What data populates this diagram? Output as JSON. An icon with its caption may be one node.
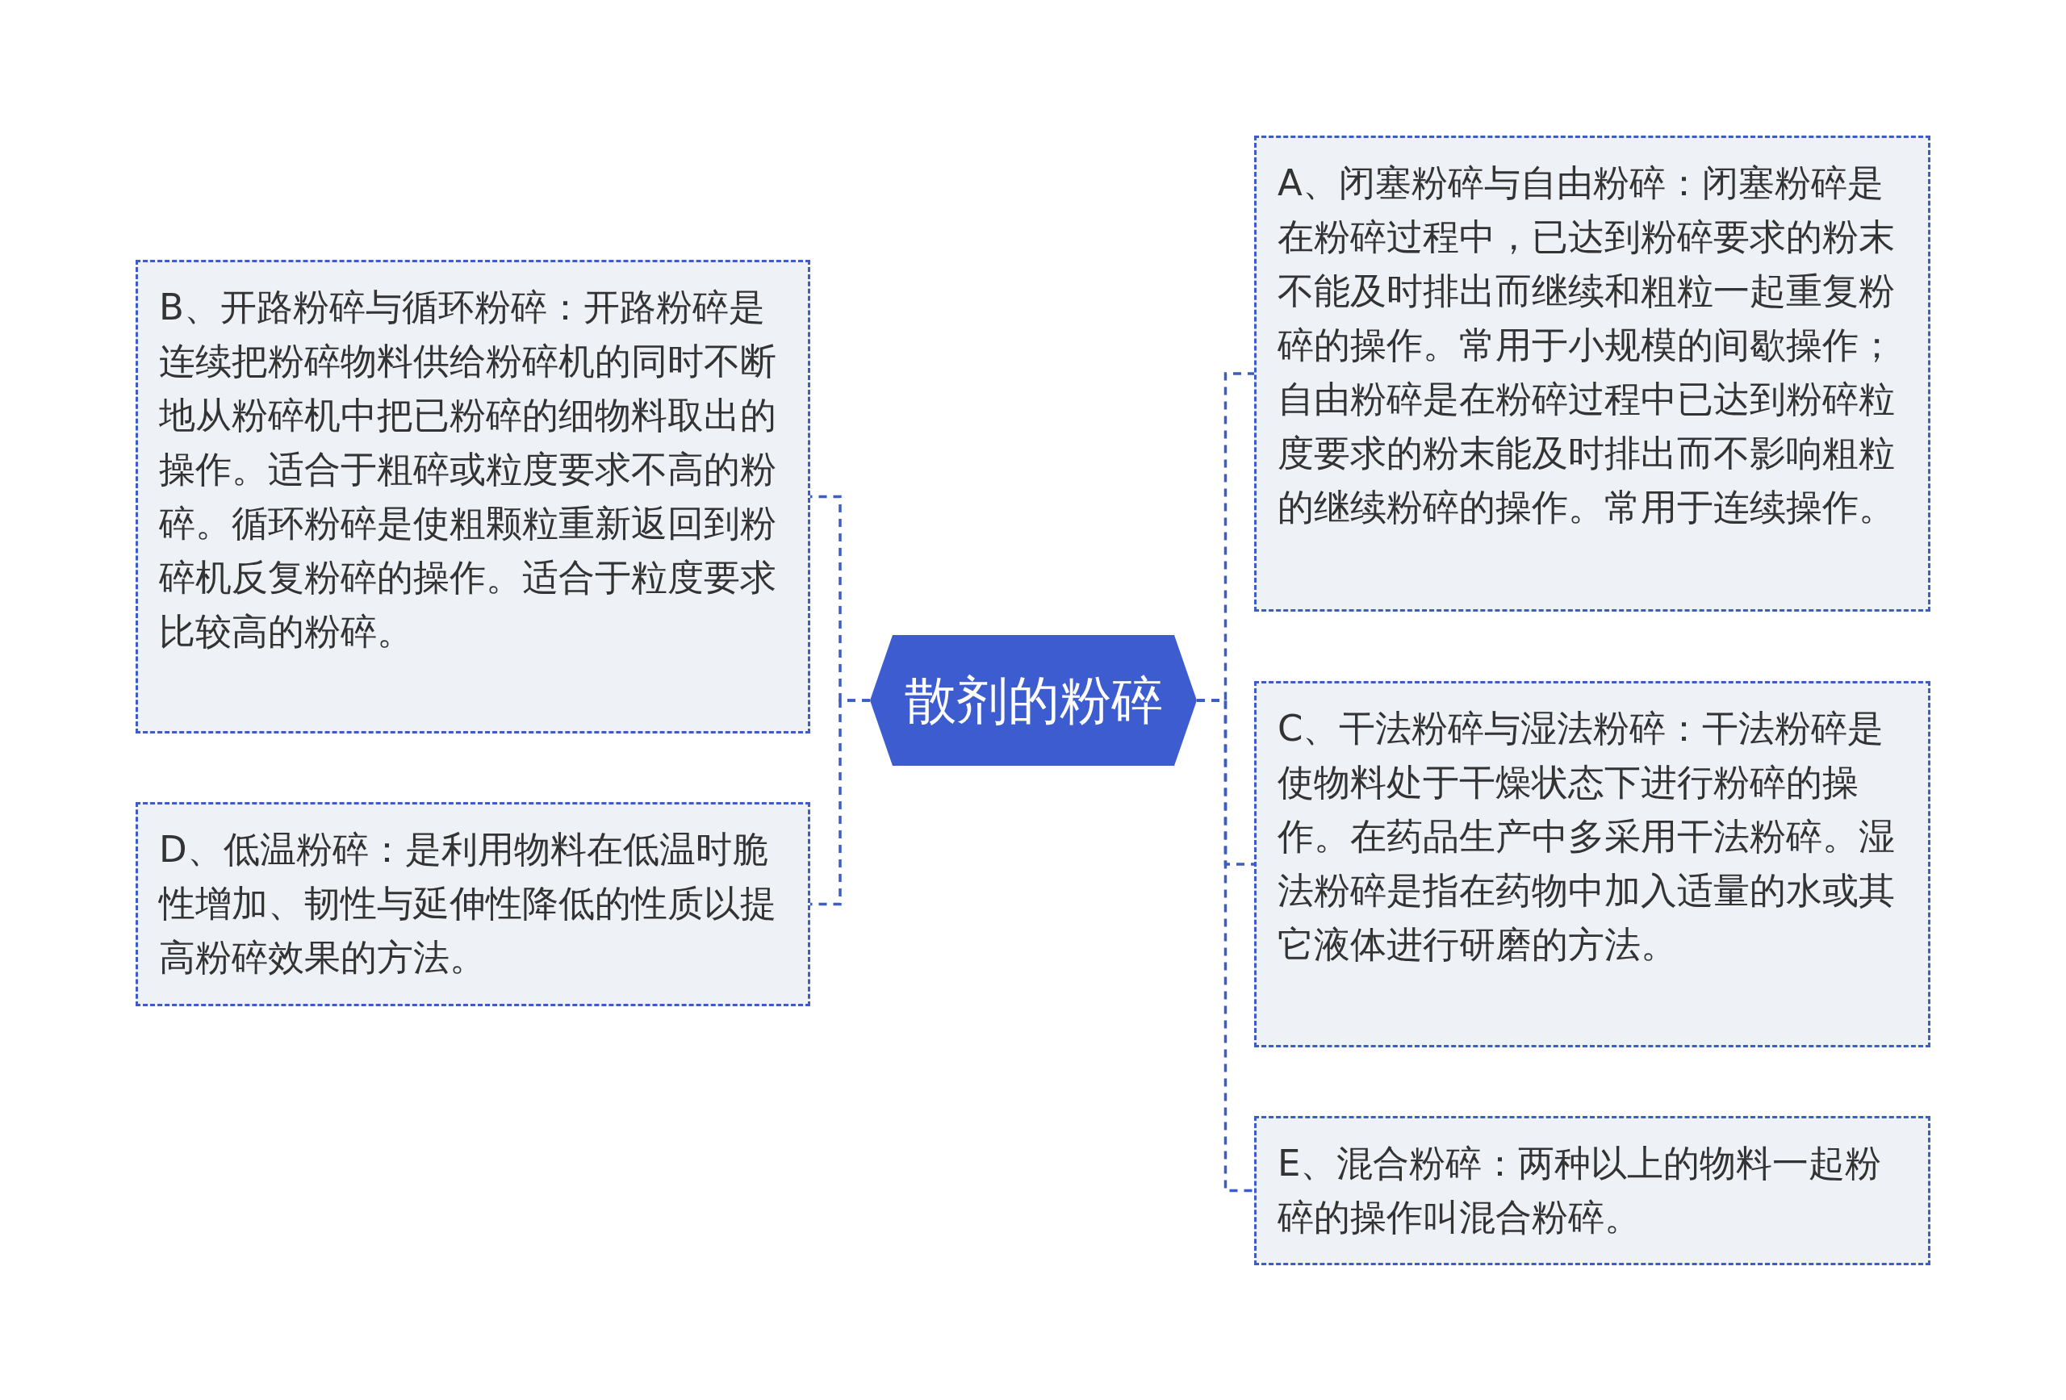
{
  "diagram": {
    "nodes": [
      {
        "text": [
          "散剂的粉碎"
        ]
      },
      {
        "text": [
          "B、开路粉碎与循环粉碎：开路粉碎是连续把粉碎物料供给粉碎机的同时不断地从粉碎机中把已粉碎的细物料取出的操作。适合于粗碎或粒度要求不高的粉碎。循环粉碎是使粗颗粒重新返回到粉碎机反复粉碎的操作。适合于粒度要求比较高的粉碎。"
        ]
      },
      {
        "text": [
          "D、低温粉碎：是利用物料在低温时脆性增加、韧性与延伸性降低的性质以提高粉碎效果的方法。"
        ]
      },
      {
        "text": [
          "A、闭塞粉碎与自由粉碎：闭塞粉碎是在粉碎过程中，已达到粉碎要求的粉末不能及时排出而继续和粗粒一起重复粉碎的操作。常用于小规模的间歇操作；自由粉碎是在粉碎过程中已达到粉碎粒度要求的粉末能及时排出而不影响粗粒的继续粉碎的操作。常用于连续操作。"
        ]
      },
      {
        "text": [
          "C、干法粉碎与湿法粉碎：干法粉碎是使物料处于干燥状态下进行粉碎的操作。在药品生产中多采用干法粉碎。湿法粉碎是指在药物中加入适量的水或其它液体进行研磨的方法。"
        ]
      },
      {
        "text": [
          "E、混合粉碎：两种以上的物料一起粉碎的操作叫混合粉碎。"
        ]
      }
    ],
    "edges": [
      {
        "from": 0,
        "to": 1,
        "arrow": "none",
        "style": "dashed"
      },
      {
        "from": 0,
        "to": 2,
        "arrow": "none",
        "style": "dashed"
      },
      {
        "from": 0,
        "to": 3,
        "arrow": "none",
        "style": "dashed"
      },
      {
        "from": 0,
        "to": 4,
        "arrow": "none",
        "style": "dashed"
      },
      {
        "from": 0,
        "to": 5,
        "arrow": "none",
        "style": "dashed"
      }
    ]
  }
}
